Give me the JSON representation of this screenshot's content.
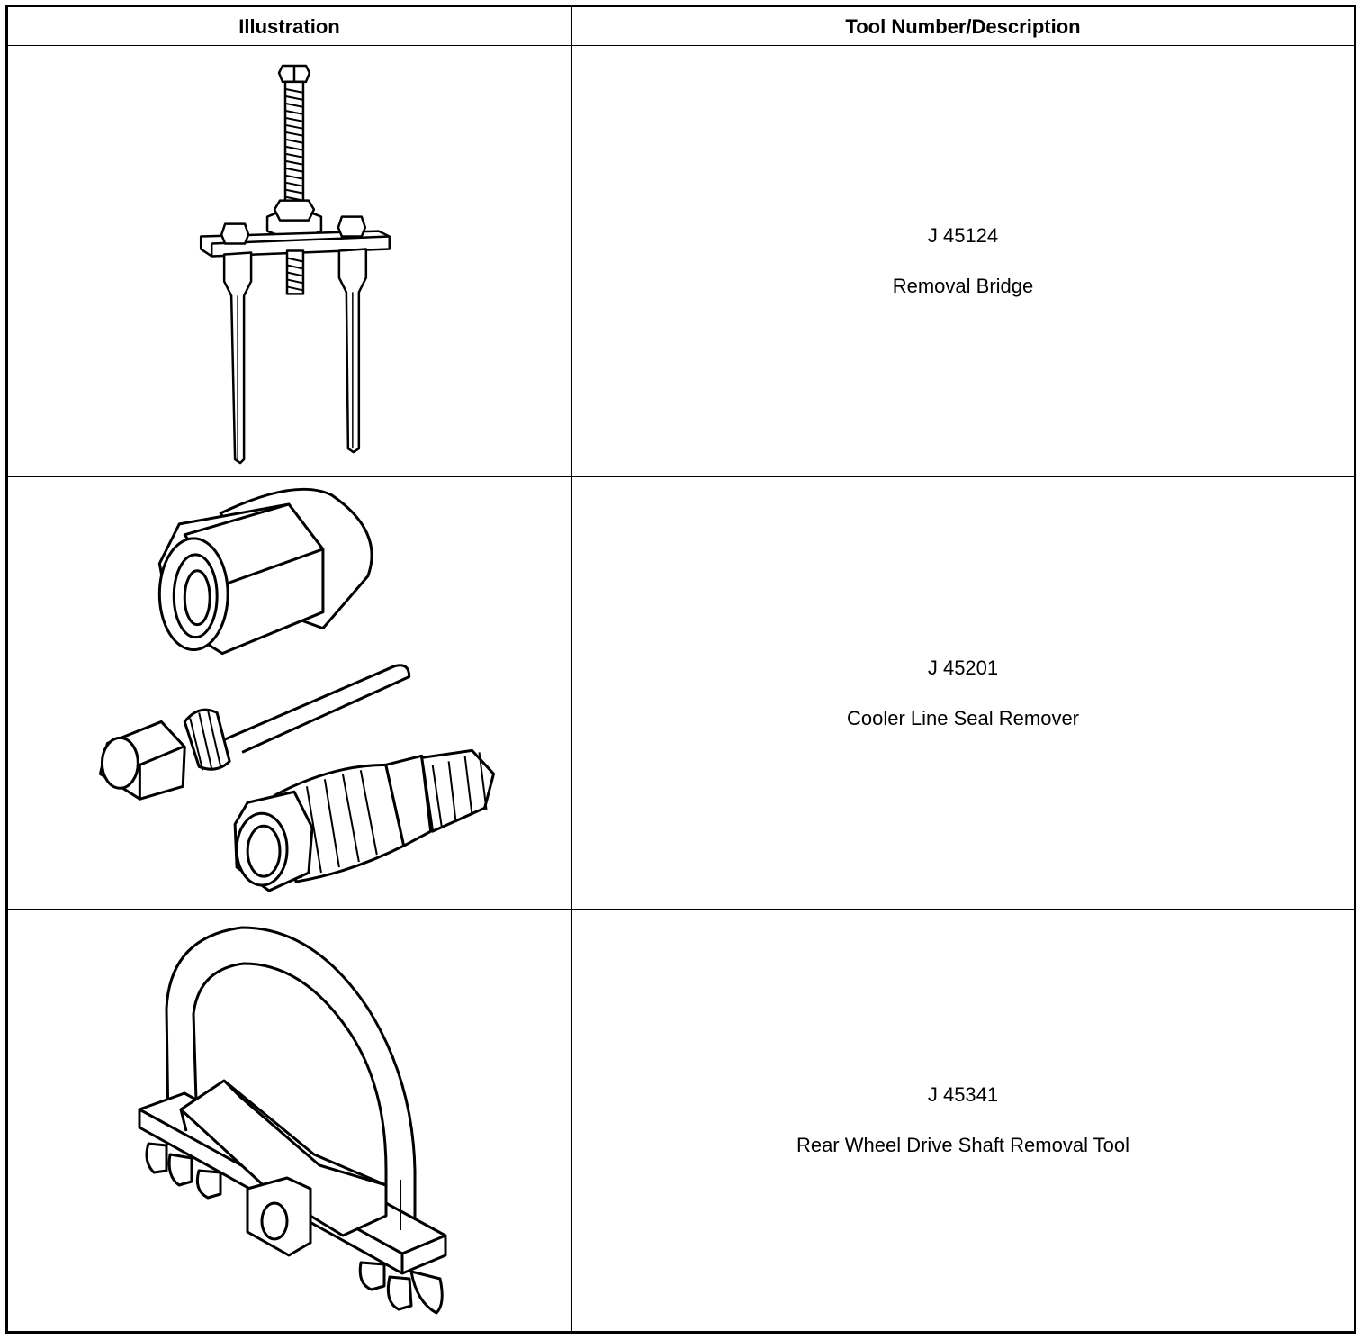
{
  "table": {
    "headers": {
      "illustration": "Illustration",
      "tool": "Tool Number/Description"
    },
    "rows": [
      {
        "number": "J 45124",
        "description": "Removal Bridge",
        "icon": "removal-bridge-illustration"
      },
      {
        "number": "J 45201",
        "description": "Cooler Line Seal Remover",
        "icon": "cooler-line-seal-remover-illustration"
      },
      {
        "number": "J 45341",
        "description": "Rear Wheel Drive Shaft Removal Tool",
        "icon": "drive-shaft-removal-tool-illustration"
      }
    ]
  }
}
